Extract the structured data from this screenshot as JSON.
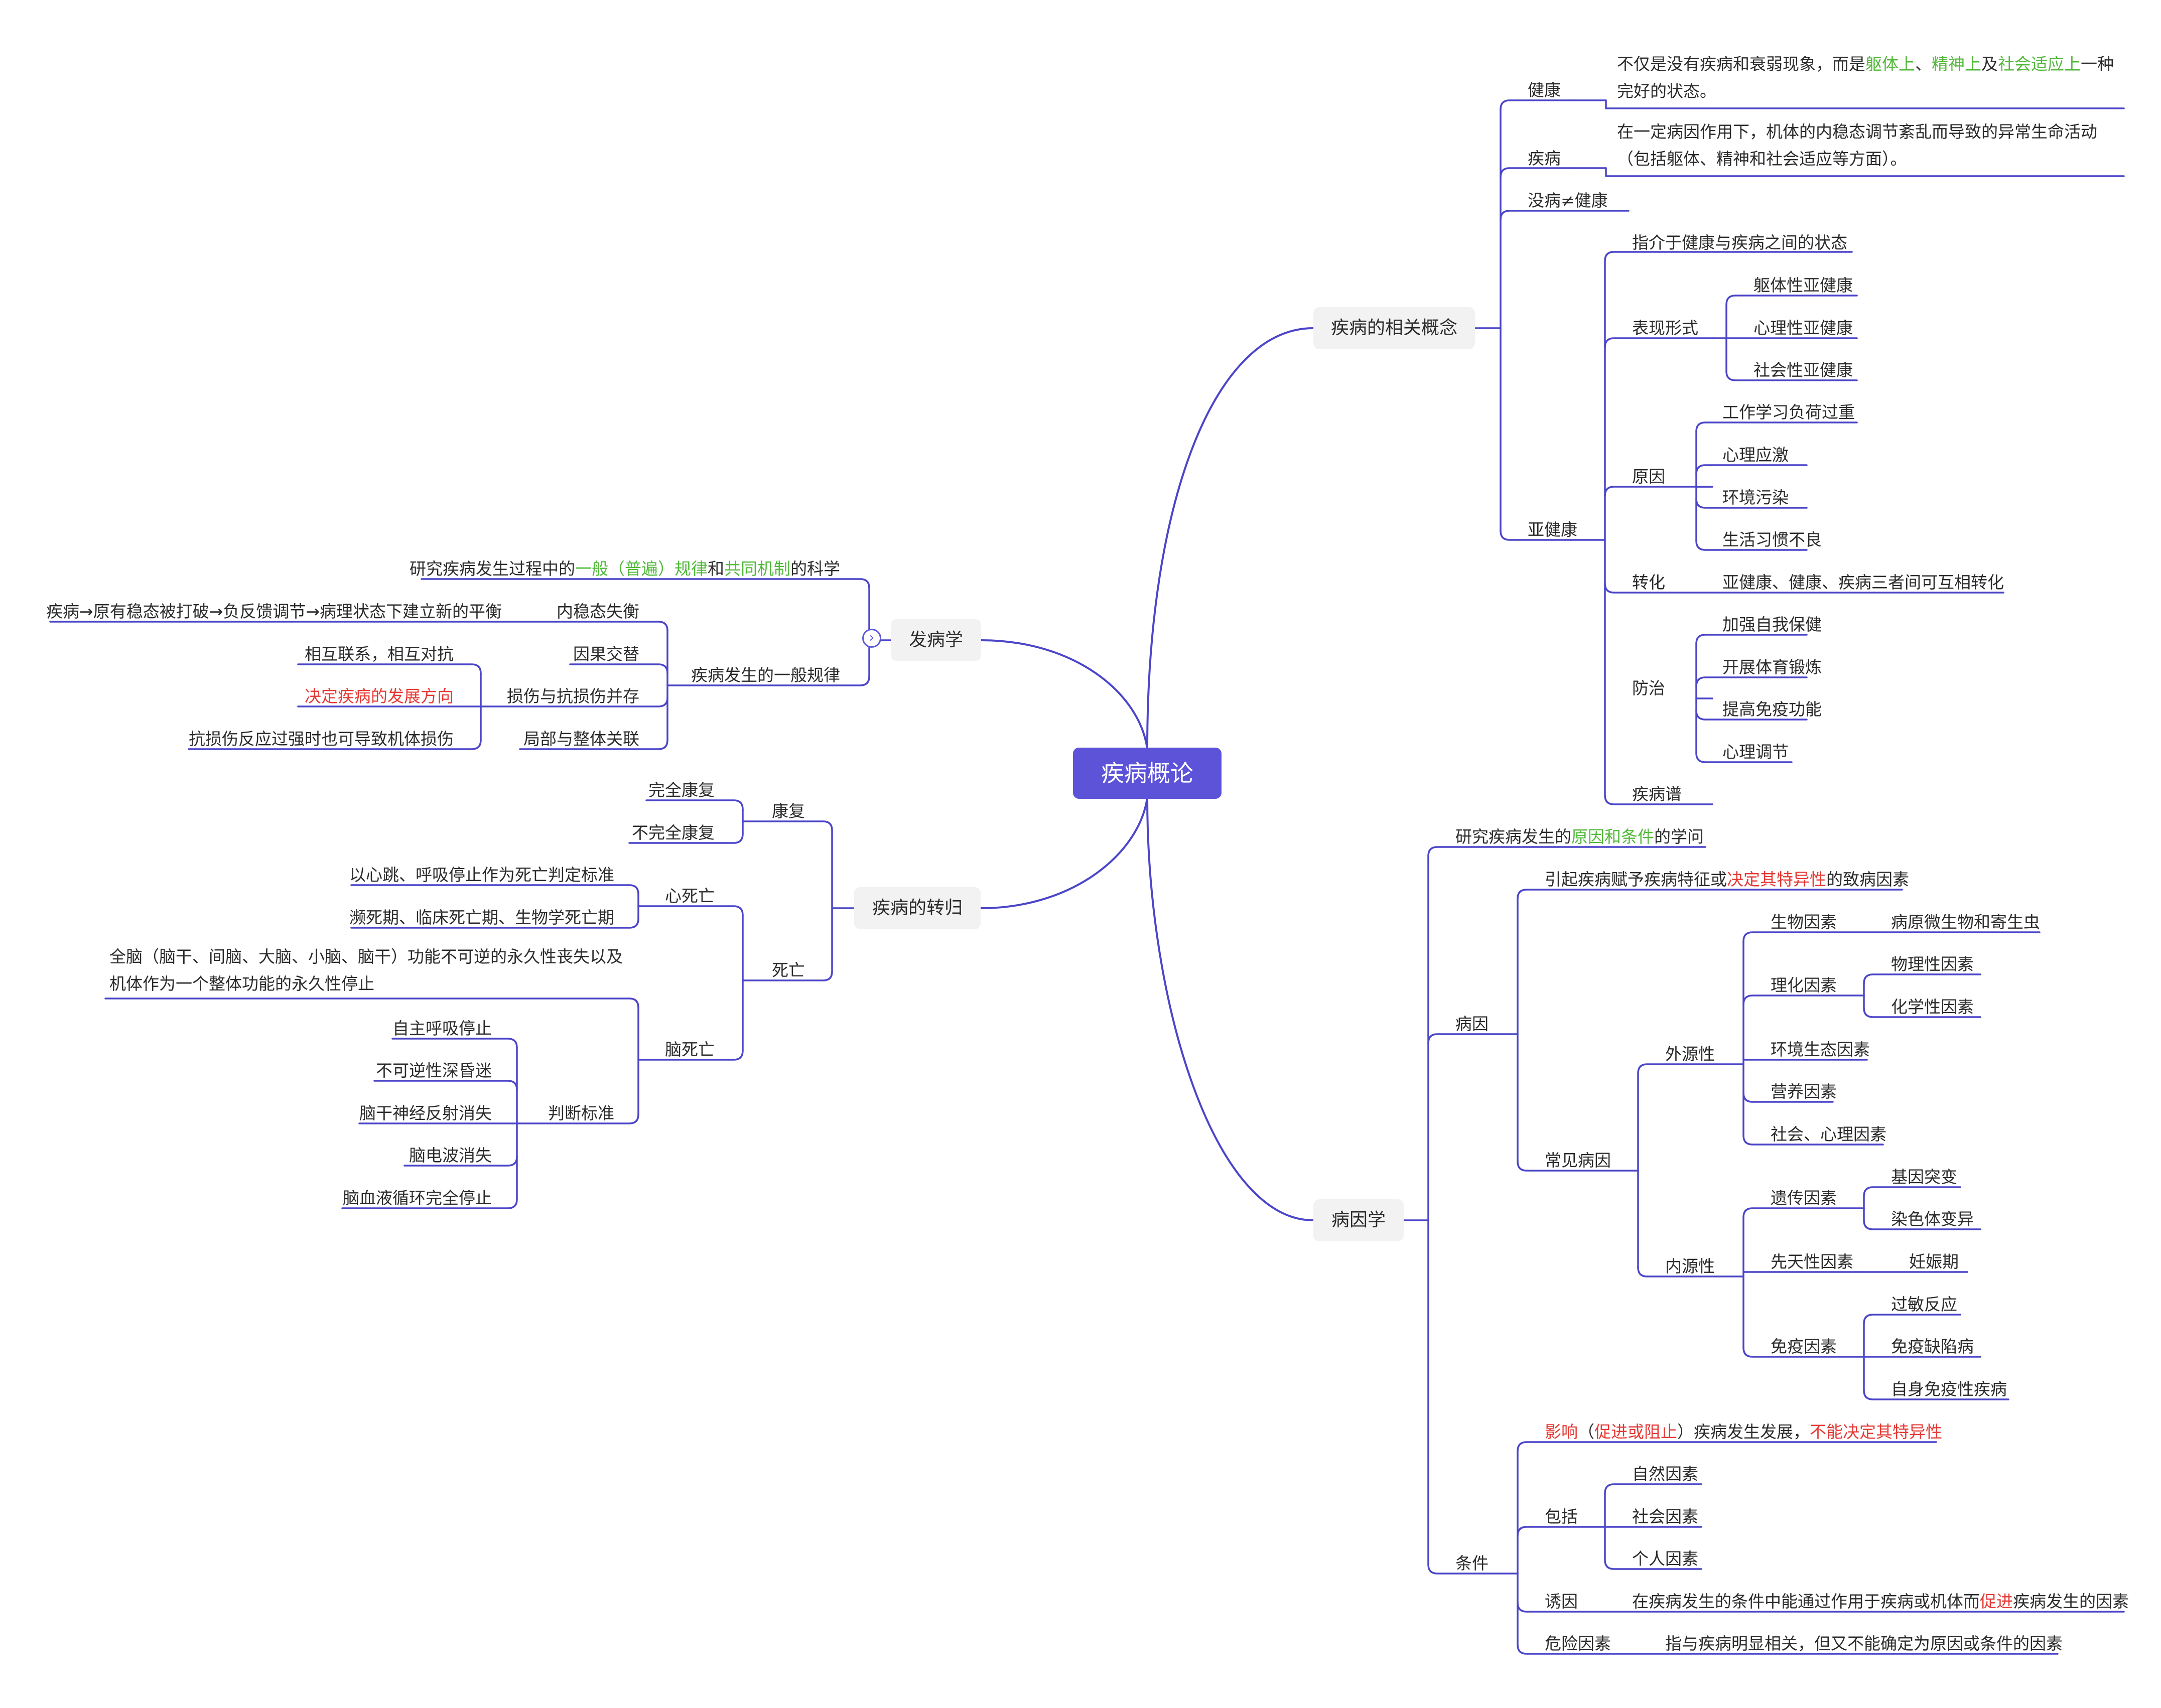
{
  "root": "疾病概论",
  "colors": {
    "line": "#4b45c9",
    "root_bg": "#5c53d9",
    "main_bg": "#f2f2f2",
    "green": "#52b83a",
    "red": "#e53935"
  },
  "icons": {
    "collapse": "chevron-right-icon"
  },
  "concepts": {
    "label": "疾病的相关概念",
    "health": {
      "label": "健康",
      "desc": {
        "a": "不仅是没有疾病和衰弱现象，而是",
        "b": "躯体上",
        "c": "、",
        "d": "精神上",
        "e": "及",
        "f": "社会适应上",
        "g": "一种完好的状态。"
      }
    },
    "disease": {
      "label": "疾病",
      "desc": "在一定病因作用下，机体的内稳态调节紊乱而导致的异常生命活动（包括躯体、精神和社会适应等方面）。"
    },
    "not_equal": "没病≠健康",
    "subhealth": {
      "label": "亚健康",
      "def": "指介于健康与疾病之间的状态",
      "forms": {
        "label": "表现形式",
        "items": [
          "躯体性亚健康",
          "心理性亚健康",
          "社会性亚健康"
        ]
      },
      "causes": {
        "label": "原因",
        "items": [
          "工作学习负荷过重",
          "心理应激",
          "环境污染",
          "生活习惯不良"
        ]
      },
      "convert": {
        "label": "转化",
        "text": "亚健康、健康、疾病三者间可互相转化"
      },
      "treat": {
        "label": "防治",
        "items": [
          "加强自我保健",
          "开展体育锻炼",
          "提高免疫功能",
          "心理调节"
        ]
      },
      "spectrum": "疾病谱"
    }
  },
  "etiology": {
    "label": "病因学",
    "def": {
      "a": "研究疾病发生的",
      "b": "原因和条件",
      "c": "的学问"
    },
    "cause": {
      "label": "病因",
      "def": {
        "a": "引起疾病赋予疾病特征或",
        "b": "决定其特异性",
        "c": "的致病因素"
      },
      "common": {
        "label": "常见病因",
        "exo": {
          "label": "外源性",
          "bio": {
            "label": "生物因素",
            "item": "病原微生物和寄生虫"
          },
          "phys": {
            "label": "理化因素",
            "items": [
              "物理性因素",
              "化学性因素"
            ]
          },
          "env": "环境生态因素",
          "nutri": "营养因素",
          "social": "社会、心理因素"
        },
        "endo": {
          "label": "内源性",
          "genetic": {
            "label": "遗传因素",
            "items": [
              "基因突变",
              "染色体变异"
            ]
          },
          "congenital": {
            "label": "先天性因素",
            "item": "妊娠期"
          },
          "immune": {
            "label": "免疫因素",
            "items": [
              "过敏反应",
              "免疫缺陷病",
              "自身免疫性疾病"
            ]
          }
        }
      }
    },
    "condition": {
      "label": "条件",
      "def": {
        "a": "影响",
        "b": "（",
        "c": "促进或阻止",
        "d": "）疾病发生发展，",
        "e": "不能决定其特异性"
      },
      "include": {
        "label": "包括",
        "items": [
          "自然因素",
          "社会因素",
          "个人因素"
        ]
      },
      "trigger": {
        "label": "诱因",
        "a": "在疾病发生的条件中能通过作用于疾病或机体而",
        "b": "促进",
        "c": "疾病发生的因素"
      },
      "risk": {
        "label": "危险因素",
        "text": "指与疾病明显相关，但又不能确定为原因或条件的因素"
      }
    }
  },
  "pathogenesis": {
    "label": "发病学",
    "def": {
      "a": "研究疾病发生过程中的",
      "b": "一般（普遍）规律",
      "c": "和",
      "d": "共同机制",
      "e": "的科学"
    },
    "rules": {
      "label": "疾病发生的一般规律",
      "homeostasis": {
        "label": "内稳态失衡",
        "text": "疾病→原有稳态被打破→负反馈调节→病理状态下建立新的平衡"
      },
      "causal": "因果交替",
      "damage": {
        "label": "损伤与抗损伤并存",
        "items": [
          "相互联系，相互对抗",
          "决定疾病的发展方向",
          "抗损伤反应过强时也可导致机体损伤"
        ]
      },
      "local": "局部与整体关联"
    }
  },
  "outcome": {
    "label": "疾病的转归",
    "recovery": {
      "label": "康复",
      "items": [
        "完全康复",
        "不完全康复"
      ]
    },
    "death": {
      "label": "死亡",
      "cardiac": {
        "label": "心死亡",
        "items": [
          "以心跳、呼吸停止作为死亡判定标准",
          "濒死期、临床死亡期、生物学死亡期"
        ]
      },
      "brain": {
        "label": "脑死亡",
        "def": "全脑（脑干、间脑、大脑、小脑、脑干）功能不可逆的永久性丧失以及机体作为一个整体功能的永久性停止",
        "criteria": {
          "label": "判断标准",
          "items": [
            "自主呼吸停止",
            "不可逆性深昏迷",
            "脑干神经反射消失",
            "脑电波消失",
            "脑血液循环完全停止"
          ]
        }
      }
    }
  }
}
